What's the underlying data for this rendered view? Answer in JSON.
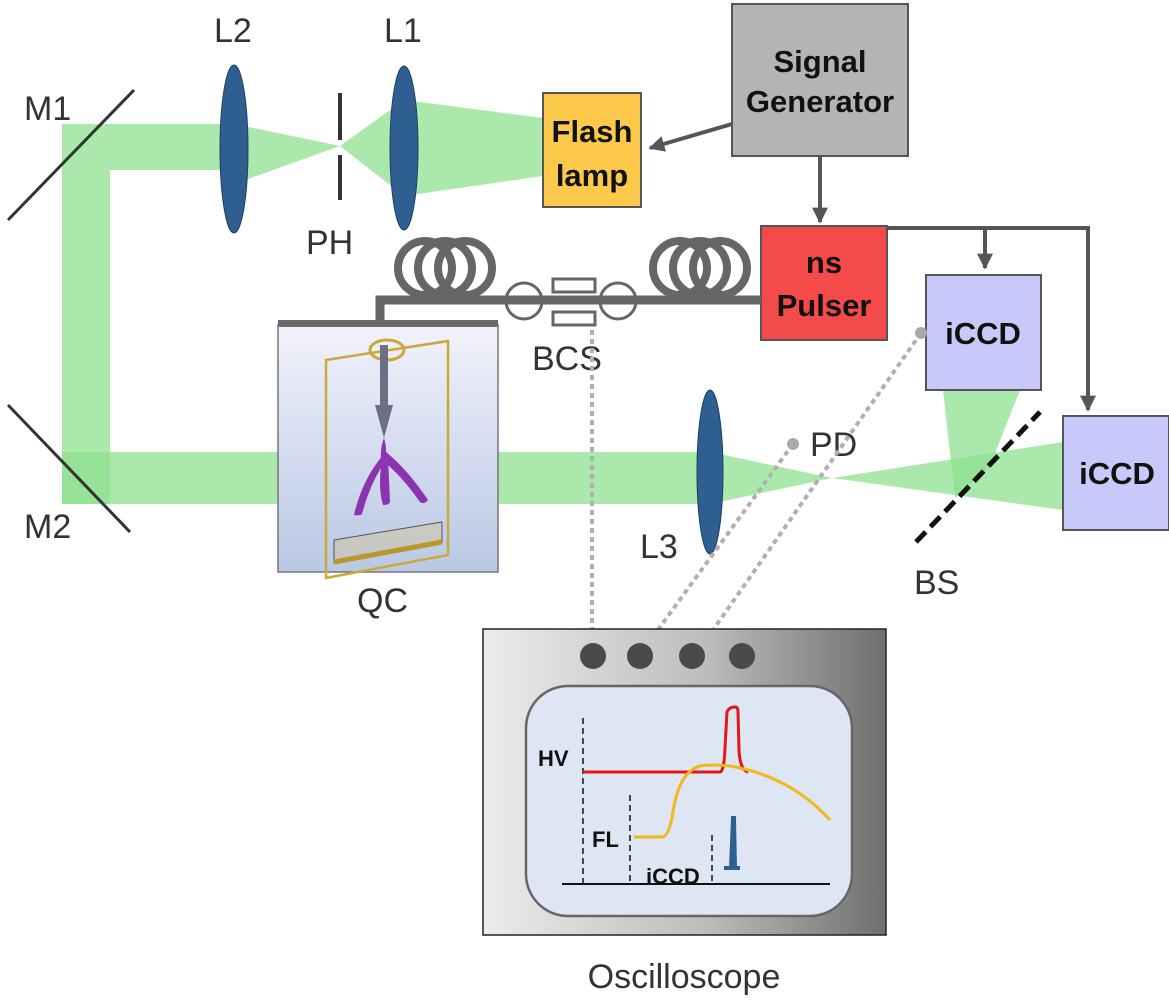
{
  "labels": {
    "m1": "M1",
    "m2": "M2",
    "l1": "L1",
    "l2": "L2",
    "l3": "L3",
    "ph": "PH",
    "bcs": "BCS",
    "pd": "PD",
    "bs": "BS",
    "qc": "QC",
    "oscilloscope": "Oscilloscope"
  },
  "boxes": {
    "signal_generator": [
      "Signal",
      "Generator"
    ],
    "flash_lamp": [
      "Flash",
      "lamp"
    ],
    "ns_pulser": [
      "ns",
      "Pulser"
    ],
    "iccd_top": "iCCD",
    "iccd_right": "iCCD"
  },
  "scope": {
    "hv": "HV",
    "fl": "FL",
    "iccd": "iCCD"
  },
  "colors": {
    "beam": "#8fe08f",
    "lens": "#2f5f91",
    "signal_generator": "#b4b4b4",
    "flash_lamp": "#fcc94b",
    "ns_pulser": "#f44a4a",
    "iccd": "#c8c8fa",
    "hv_trace": "#e01818",
    "fl_trace": "#f0b81c",
    "iccd_trace": "#2f5f91",
    "plasma": "#8a34b0"
  }
}
